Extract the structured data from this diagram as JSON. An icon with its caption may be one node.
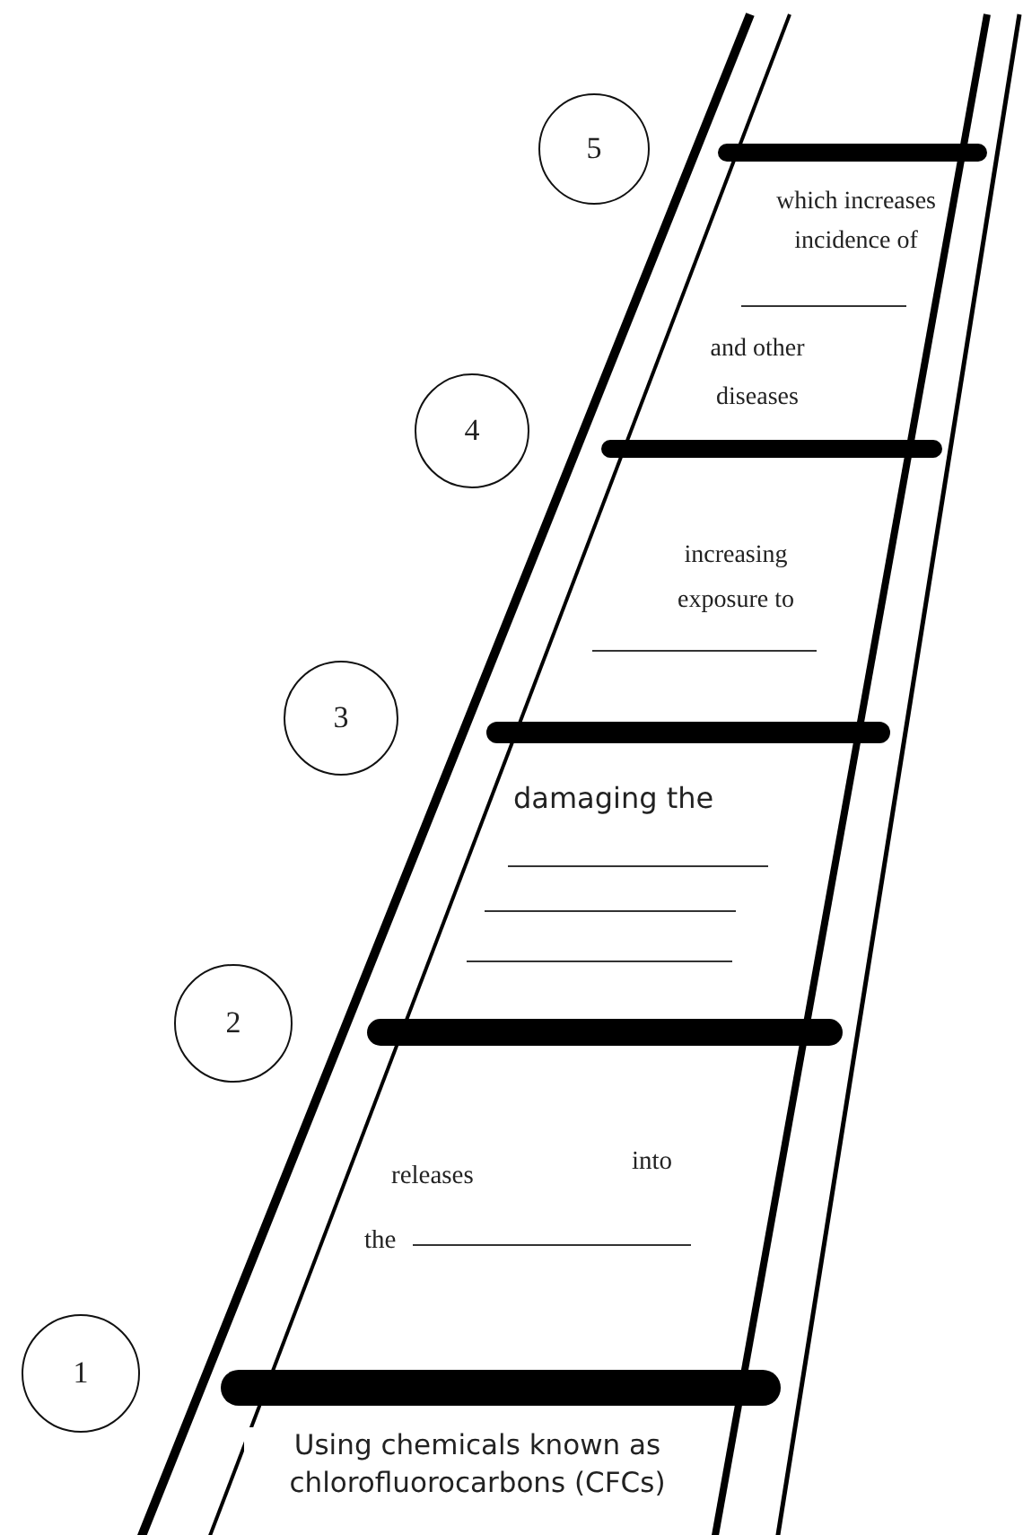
{
  "diagram": {
    "nodes": [
      {
        "text": [
          "5"
        ]
      },
      {
        "text": [
          "4"
        ]
      },
      {
        "text": [
          "3"
        ]
      },
      {
        "text": [
          "2"
        ]
      },
      {
        "text": [
          "1"
        ]
      }
    ],
    "labels": [
      "which increases incidence of",
      "and other diseases",
      "increasing exposure to",
      "damaging the",
      "releases",
      "into",
      "the",
      "Using chemicals known as chlorofluorocarbons (CFCs)"
    ]
  }
}
